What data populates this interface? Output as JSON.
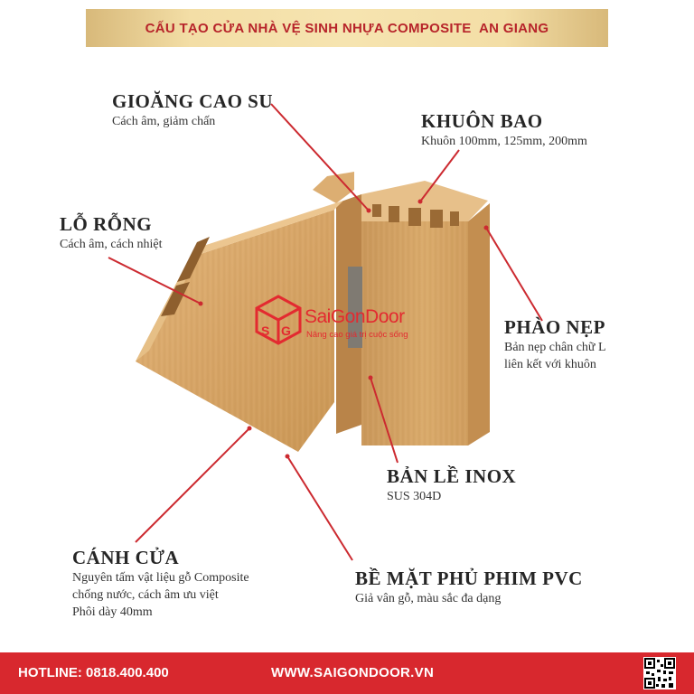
{
  "header": {
    "title": "CẤU TẠO CỬA NHÀ VỆ SINH NHỰA COMPOSITE  AN GIANG"
  },
  "components": [
    {
      "key": "gasket",
      "title": "GIOĂNG CAO SU",
      "desc": [
        "Cách âm, giảm chấn"
      ]
    },
    {
      "key": "frame",
      "title": "KHUÔN BAO",
      "desc": [
        "Khuôn 100mm, 125mm, 200mm"
      ]
    },
    {
      "key": "hollow",
      "title": "LỖ RỖNG",
      "desc": [
        "Cách âm, cách nhiệt"
      ]
    },
    {
      "key": "trim",
      "title": "PHÀO NẸP",
      "desc": [
        "Bản nẹp chân chữ L",
        "liên kết với khuôn"
      ]
    },
    {
      "key": "hinge",
      "title": "BẢN LỀ INOX",
      "desc": [
        "SUS 304D"
      ]
    },
    {
      "key": "leaf",
      "title": "CÁNH CỬA",
      "desc": [
        "Nguyên tấm vật liệu gỗ Composite",
        "chống nước, cách âm ưu việt",
        "Phôi dày 40mm"
      ]
    },
    {
      "key": "surface",
      "title": "BỀ MẶT PHỦ PHIM PVC",
      "desc": [
        "Giả vân gỗ, màu sắc đa dạng"
      ]
    }
  ],
  "logo": {
    "brand": "SaiGonDoor",
    "slogan": "Nâng cao giá trị cuộc sống"
  },
  "footer": {
    "hotline": "HOTLINE: 0818.400.400",
    "website": "WWW.SAIGONDOOR.VN"
  },
  "colors": {
    "accent": "#d8282e",
    "wood": "#d8a869",
    "banner": "#f3dea6",
    "pointer": "#cc2a30"
  }
}
